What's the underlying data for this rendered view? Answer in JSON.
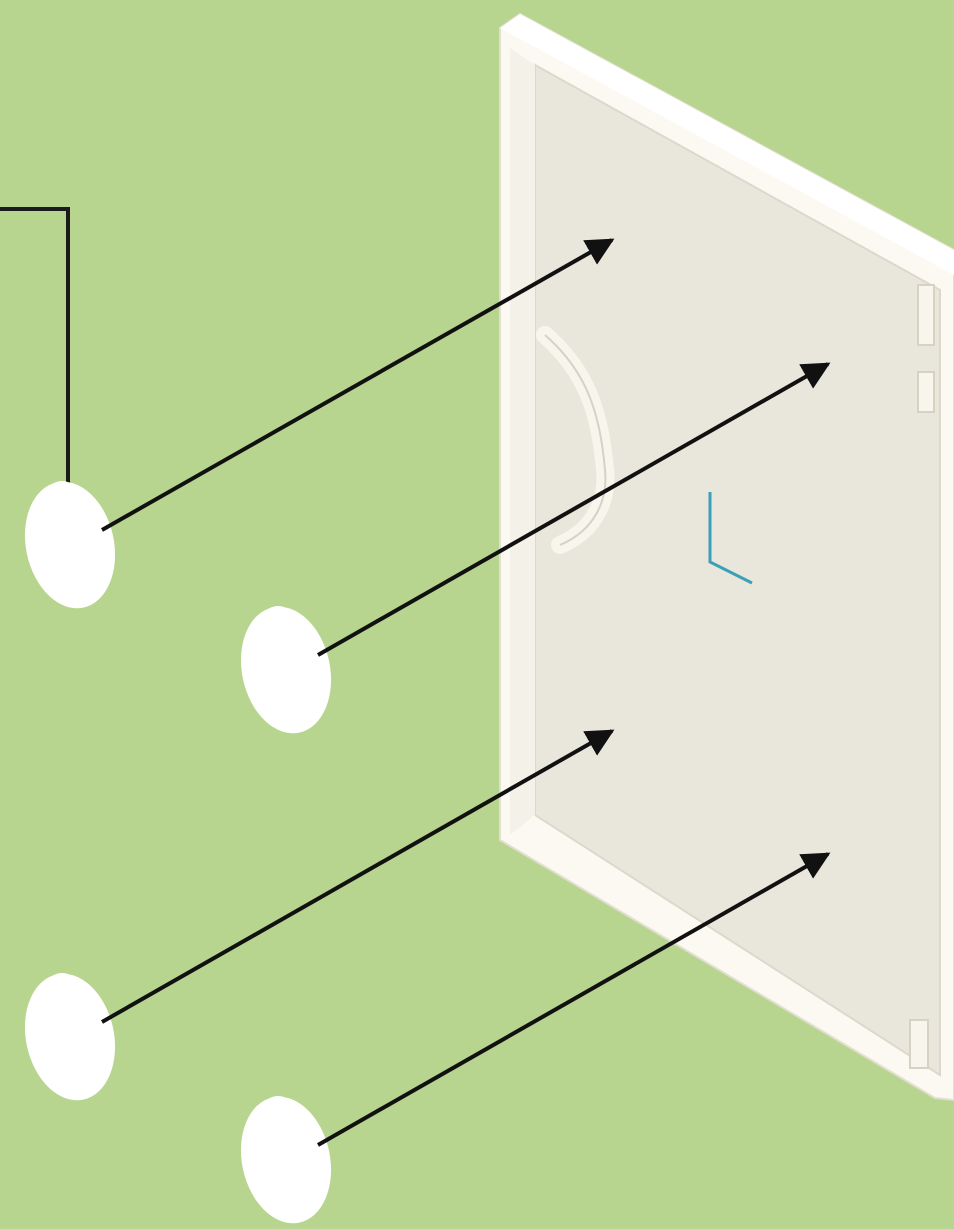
{
  "diagram": {
    "colors": {
      "background": "#b7d58e",
      "panel_frame": "#fbf9f1",
      "panel_face": "#e9e7dc",
      "panel_edge": "#dcd9cc",
      "pad": "#ffffff",
      "arrow": "#111111",
      "callout_line": "#1a1a1a",
      "corner_mark": "#3a9fb7"
    },
    "pads": [
      {
        "id": "pad-1",
        "target": "top-left"
      },
      {
        "id": "pad-2",
        "target": "top-right"
      },
      {
        "id": "pad-3",
        "target": "bottom-left"
      },
      {
        "id": "pad-4",
        "target": "bottom-right"
      }
    ],
    "has_callout": true
  }
}
